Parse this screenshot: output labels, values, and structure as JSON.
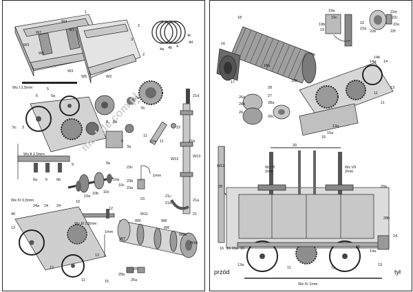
{
  "watermark": "modele.com.pl",
  "left_sheet": {
    "frame": {
      "w1": "W1",
      "w2": "W2",
      "w3": "W3",
      "w3b": "W3",
      "w4": "W4",
      "w5": "W5",
      "w6": "W6",
      "w7": "W7",
      "n1": "1",
      "n2": "2",
      "n3": "3",
      "n2b": "2"
    },
    "scale_bar": "Wz.I 2,5mm",
    "rings": {
      "r4a": "4a",
      "r4b": "4b",
      "r4": "4",
      "r4c": "4c",
      "r4d": "4d"
    },
    "gear_a": {
      "a5": "5",
      "a5a": "5a",
      "a6": "6",
      "a8": "8",
      "a8a": "8a",
      "a7": "7",
      "a7a": "7a",
      "a7b": "7b"
    },
    "gear_b": {
      "b5": "5",
      "b5a": "5a",
      "b3": "3",
      "b3a": "3a",
      "b5c": "5c",
      "b9": "9",
      "b9a": "9a"
    },
    "rod": {
      "d21": "21d",
      "d21b": "21b",
      "d22": "22",
      "d11": "11",
      "d11a": "11a",
      "d11b": "11"
    },
    "wz_ii": "Wz.II 2,5mm",
    "small": {
      "s6a": "6a",
      "s6": "6",
      "s6b": "6b",
      "s9": "9"
    },
    "axle": {
      "a10": "10",
      "a10a": "10a",
      "a10b": "10b",
      "a10c": "10c",
      "a10d": "10a",
      "a10e": "10c",
      "a12": "12"
    },
    "wz_iii": "Wz.III 2,5mm",
    "pipe": {
      "w12": "W12",
      "w13": "W13",
      "p23c": "23c",
      "p23b": "23b",
      "p23a": "23a",
      "p23": "23",
      "p1mm": "1mm",
      "p21c": "21c",
      "p21a": "21a",
      "p21e": "21e",
      "p21": "21"
    },
    "wz_iv": "Wz.IV 0,5mm",
    "chassis": {
      "c24a": "24a",
      "c24": "24",
      "c40": "40",
      "c13": "13",
      "c12": "12",
      "c11": "11",
      "c15": "15",
      "c12b": "12",
      "c24b": "24"
    },
    "boiler_parts": {
      "w11": "W11",
      "w9": "W9",
      "w8": "W8",
      "w6": "W6",
      "w8a": "W8a",
      "w7": "W7",
      "w10": "W10",
      "n1mm": "1mm",
      "n25b": "25b",
      "n25a": "25a",
      "n25": "25"
    }
  },
  "right_sheet": {
    "boiler": {
      "b18": "18",
      "b18a": "18a",
      "b19": "19",
      "b19a": "19a",
      "b19b": "19b",
      "b19c": "19c",
      "b16": "16",
      "b17": "17",
      "b18b": "18b"
    },
    "small_gear": {
      "g22": "22",
      "g22a": "22a",
      "g22b": "22b",
      "g22c": "22c",
      "g22d": "22d",
      "g22e": "22e",
      "g22f": "22f"
    },
    "frame": {
      "f14": "14",
      "f14a": "14a",
      "f14b": "14b",
      "f13": "13",
      "f13a": "13a",
      "f15": "15",
      "f15a": "15a",
      "f11": "11",
      "f11b": "11"
    },
    "drum": {
      "d26a": "26a",
      "d26b": "26b",
      "d26": "26",
      "d28": "28",
      "d27": "27",
      "d28a": "28a",
      "d26c": "26c"
    },
    "elevation": {
      "w12": "W12",
      "wz_vi": "Wz.VI",
      "wz_vi_mm": "2mm",
      "wz_vii": "Wz.VII",
      "wz_vii_mm": "2mm",
      "l20": "20",
      "l20a": "20a",
      "l28": "28",
      "l28b": "28b",
      "l14": "14",
      "l14a": "14a",
      "l13": "13",
      "l13a": "13a",
      "l11": "11",
      "l11b": "11",
      "l11c": "11",
      "l16": "16",
      "l15": "15",
      "l15a": "15a",
      "l16a": "16"
    },
    "front_label": "przód",
    "rear_label": "tył",
    "scale_bar": "Wz.IV 1mm"
  }
}
